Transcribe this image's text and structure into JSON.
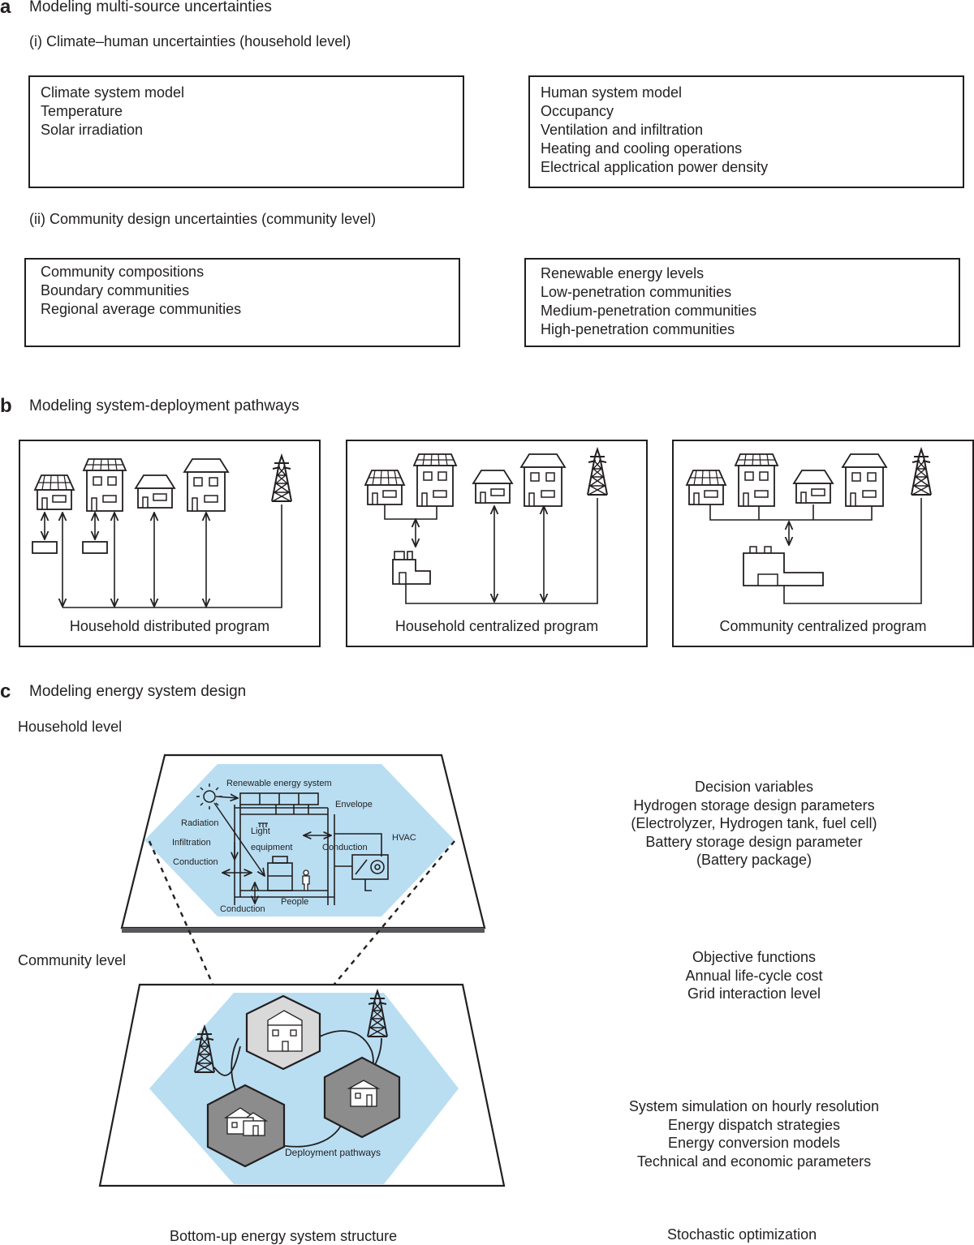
{
  "panel_a": {
    "letter": "a",
    "title": "Modeling multi-source uncertainties",
    "sub_i": "(i) Climate–human uncertainties (household level)",
    "sub_ii": "(ii) Community design uncertainties (community level)",
    "climate_box": [
      "Climate system model",
      "Temperature",
      "Solar irradiation"
    ],
    "human_box": [
      "Human system model",
      "Occupancy",
      "Ventilation and infiltration",
      "Heating and cooling operations",
      "Electrical application power density"
    ],
    "community_box": [
      "Community compositions",
      "Boundary communities",
      "Regional average communities"
    ],
    "renewable_box": [
      "Renewable energy levels",
      "Low-penetration communities",
      "Medium-penetration communities",
      "High-penetration communities"
    ]
  },
  "panel_b": {
    "letter": "b",
    "title": "Modeling system-deployment pathways",
    "programs": [
      "Household distributed program",
      "Household centralized program",
      "Community centralized program"
    ]
  },
  "panel_c": {
    "letter": "c",
    "title": "Modeling energy system design",
    "household_level": "Household level",
    "community_level": "Community level",
    "household_diagram": {
      "renewable": "Renewable energy system",
      "envelope": "Envelope",
      "radiation": "Radiation",
      "light": "Light",
      "equipment": "equipment",
      "infiltration": "Infiltration",
      "conduction_left": "Conduction",
      "conduction_mid": "Conduction",
      "hvac": "HVAC",
      "people": "People",
      "conduction_bottom": "Conduction"
    },
    "community_diagram": {
      "deployment": "Deployment pathways"
    },
    "decision_variables": [
      "Decision variables",
      "Hydrogen storage design parameters",
      "(Electrolyzer, Hydrogen tank, fuel cell)",
      "Battery storage design parameter",
      "(Battery package)"
    ],
    "objective_functions": [
      "Objective functions",
      "Annual life-cycle cost",
      "Grid interaction level"
    ],
    "system_simulation": [
      "System simulation on hourly resolution",
      "Energy dispatch strategies",
      "Energy conversion models",
      "Technical and economic parameters"
    ],
    "bottom_left": "Bottom-up energy system structure",
    "bottom_right": "Stochastic optimization"
  },
  "colors": {
    "ink": "#231f20",
    "hex_blue": "#b9def2",
    "gray_light": "#d9d9d9",
    "gray_dark": "#8c8c8c",
    "plate_edge": "#58595b"
  },
  "icons": [
    "house-icon",
    "transmission-tower-icon",
    "storage-unit-icon",
    "factory-icon",
    "sun-icon",
    "person-icon",
    "hvac-unit-icon"
  ]
}
